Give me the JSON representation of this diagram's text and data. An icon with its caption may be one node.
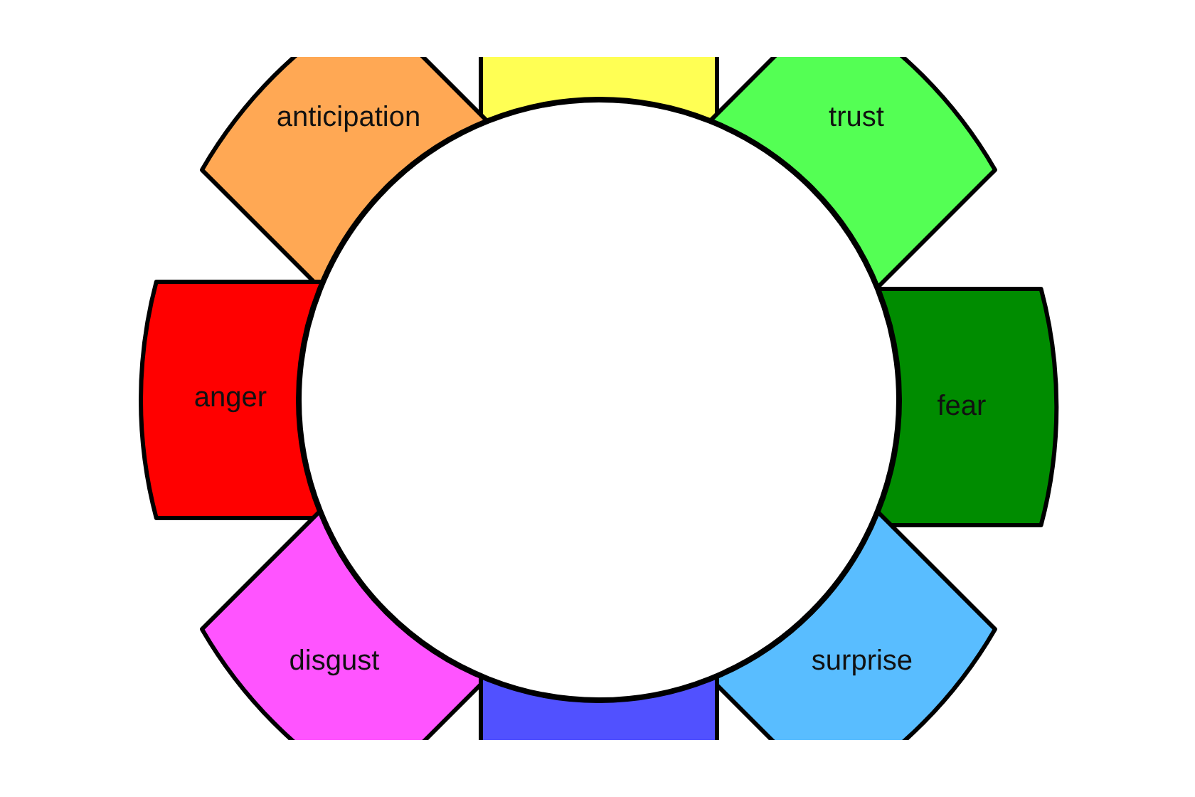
{
  "diagram": {
    "nodes": [
      {
        "text": [],
        "shape": "box"
      },
      {
        "text": [
          "anticipation"
        ]
      },
      {
        "text": [
          "trust"
        ]
      },
      {
        "text": [
          "anger"
        ]
      },
      {
        "text": [],
        "shape": "circle"
      },
      {
        "text": [
          "fear"
        ]
      },
      {
        "text": [
          "disgust"
        ]
      },
      {
        "text": [
          "surprise"
        ]
      },
      {
        "text": [],
        "shape": "box"
      }
    ]
  }
}
